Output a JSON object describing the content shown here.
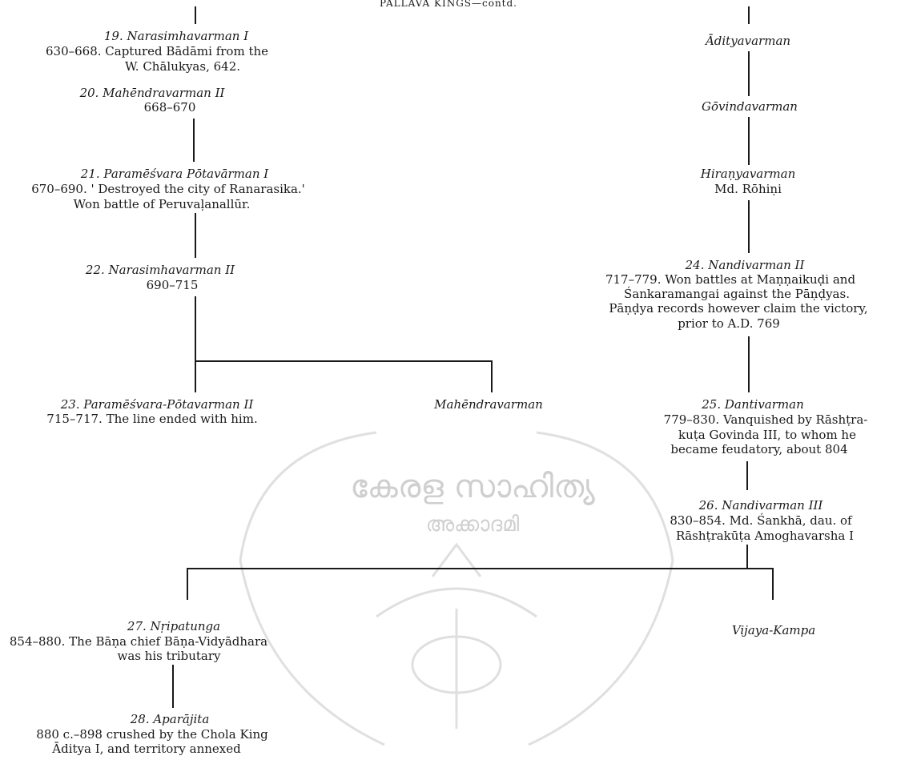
{
  "header": "PALLAVA KINGS—contd.",
  "left_column": {
    "k19": {
      "name": "19.  Narasimhavarman I",
      "line1": "630–668.  Captured Bādāmi from the",
      "line2": "W. Chālukyas, 642."
    },
    "k20": {
      "name": "20.  Mahēndravarman II",
      "dates": "668–670"
    },
    "k21": {
      "name": "21.  Paramēśvara Pōtavārman I",
      "line1": "670–690.  ' Destroyed the city of Ranarasika.'",
      "line2": "Won battle of Peruvaḷanallūr."
    },
    "k22": {
      "name": "22.  Narasimhavarman II",
      "dates": "690–715"
    },
    "k23": {
      "name": "23.  Paramēśvara-Pōtavarman II",
      "line1": "715–717.  The line ended with him."
    },
    "mahendravarman": {
      "name": "Mahēndravarman"
    }
  },
  "right_column": {
    "adityavarman": {
      "name": "Ādityavarman"
    },
    "govindavarman": {
      "name": "Gōvindavarman"
    },
    "hiranyavarman": {
      "name": "Hiraṇyavarman",
      "md": "Md. Rōhiṇi"
    },
    "k24": {
      "name": "24.  Nandivarman II",
      "line1": "717–779.  Won battles at Maṇṇaikuḍi and",
      "line2": "Śankaramangai  against  the  Pāṇḍyas.",
      "line3": "Pāṇḍya records however claim the victory,",
      "line4": "prior to A.D. 769"
    },
    "k25": {
      "name": "25.  Dantivarman",
      "line1": "779–830.  Vanquished by Rāshṭra-",
      "line2": "kuṭa  Govinda  III,  to  whom  he",
      "line3": "became feudatory, about 804"
    },
    "k26": {
      "name": "26.  Nandivarman III",
      "line1": "830–854.  Md. Śankhā, dau. of",
      "line2": "Rāshṭrakūṭa Amoghavarsha I"
    }
  },
  "bottom": {
    "k27": {
      "name": "27.  Nṛipatunga",
      "line1": "854–880.  The Bāṇa chief Bāṇa-Vidyādhara",
      "line2": "was his tributary"
    },
    "vijaya": {
      "name": "Vijaya-Kampa"
    },
    "k28": {
      "name": "28.  Aparājita",
      "line1": "880 c.–898 crushed by the Chola King",
      "line2": "Āditya I, and territory annexed"
    }
  },
  "watermark": {
    "text_top": "കേരള സാഹിത്യ",
    "text_bottom": "അക്കാദമി"
  }
}
